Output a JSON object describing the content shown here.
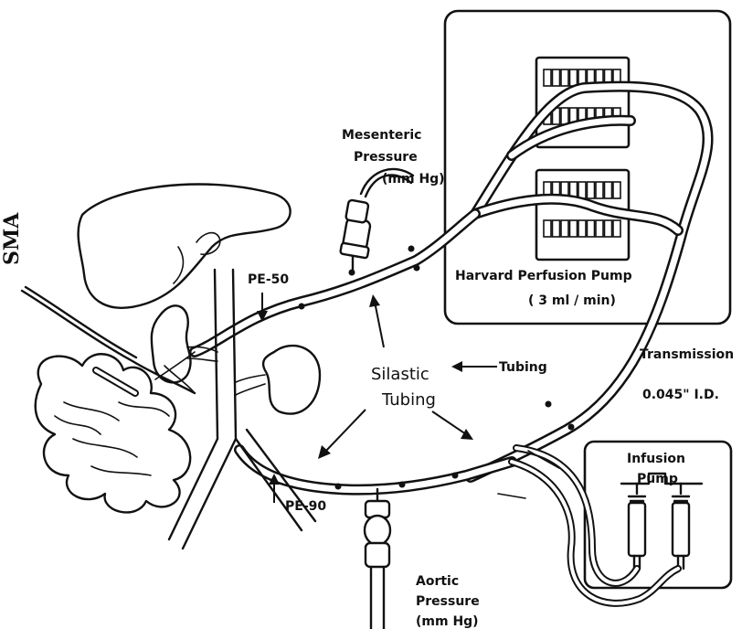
{
  "labels": {
    "mesenteric_pressure_line1": "Mesenteric",
    "mesenteric_pressure_line2": "Pressure",
    "mesenteric_pressure_line3": "(mm Hg)",
    "harvard_pump_line1": "Harvard Perfusion Pump",
    "harvard_pump_line2": "( 3 ml / min)",
    "pe50": "PE-50",
    "pe90": "PE-90",
    "silastic_line1": "Silastic",
    "silastic_line2": "Tubing",
    "transmission_line1": "Transmission",
    "transmission_line2": "Tubing",
    "transmission_line3": "0.045\" I.D.",
    "infusion_line1": "Infusion",
    "infusion_line2": "Pump",
    "aortic_line1": "Aortic",
    "aortic_line2": "Pressure",
    "aortic_line3": "(mm Hg)",
    "sma_symbol": "SMA"
  },
  "colors": {
    "ink": "#111111",
    "paper": "#ffffff"
  }
}
